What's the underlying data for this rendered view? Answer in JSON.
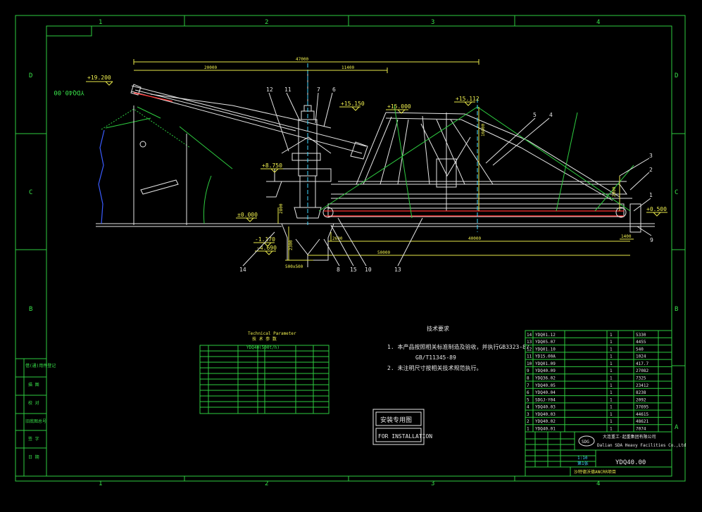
{
  "border": {
    "top_columns": [
      "1",
      "2",
      "3",
      "4"
    ],
    "bottom_columns": [
      "1",
      "2",
      "3",
      "4"
    ],
    "left_rows": [
      "D",
      "C",
      "B"
    ],
    "right_rows": [
      "D",
      "C",
      "B",
      "A"
    ],
    "drawing_number_rotated": "YDQ40.00"
  },
  "elevations": {
    "top_left": "+19.200",
    "boom_pivot": "+15.150",
    "portal_top": "+15.000",
    "apex": "+15.112",
    "cabin": "+8.750",
    "ground": "±0.000",
    "rail_right": "+0.500",
    "pit_1": "-1.170",
    "pit_2": "-4.690"
  },
  "dimensions": {
    "overall_top": "47000",
    "left_span": "20000",
    "mid_span": "11400",
    "bottom_span": "40000",
    "bottom_total": "50000",
    "height_right": "2000",
    "height_mid": "16000",
    "right_offset": "1400",
    "pit_width": "500x500",
    "pit_height": "2300",
    "pit_left": "2600",
    "ground_small": "2800"
  },
  "callouts": [
    "1",
    "2",
    "3",
    "4",
    "5",
    "6",
    "7",
    "8",
    "9",
    "10",
    "11",
    "12",
    "13",
    "14",
    "15"
  ],
  "tech_params": {
    "title_en": "Technical Parameter",
    "title_cn": "技 术 参 数",
    "subtitle": "YDQ40(500t/h)"
  },
  "notes": {
    "title": "技术要求",
    "line1": "1. 本产品按照相关标准制造及验收，并执行GB3323-87",
    "line2": "GB/T11345-89",
    "line3": "2. 未注明尺寸按相关技术规范执行。"
  },
  "stamp": {
    "cn": "安装专用图",
    "en": "FOR INSTALLATION"
  },
  "left_strip_labels": [
    "借(通)用件登记",
    "描 图",
    "校 对",
    "旧底图总号",
    "签 字",
    "日 期"
  ],
  "bom": [
    {
      "no": "14",
      "code": "YDQ01.12",
      "qty": "1",
      "mass": "5330"
    },
    {
      "no": "13",
      "code": "YDQ05.07",
      "qty": "1",
      "mass": "4455"
    },
    {
      "no": "12",
      "code": "YDQ01.10",
      "qty": "1",
      "mass": "540"
    },
    {
      "no": "11",
      "code": "YD15.00A",
      "qty": "1",
      "mass": "1024"
    },
    {
      "no": "10",
      "code": "YDQ01.09",
      "qty": "1",
      "mass": "417.7"
    },
    {
      "no": "9",
      "code": "YDQ40.09",
      "qty": "1",
      "mass": "27082"
    },
    {
      "no": "8",
      "code": "YDQ36.02",
      "qty": "1",
      "mass": "7325"
    },
    {
      "no": "7",
      "code": "YDQ40.05",
      "qty": "1",
      "mass": "23412"
    },
    {
      "no": "6",
      "code": "YDQ40.04",
      "qty": "1",
      "mass": "8238"
    },
    {
      "no": "5",
      "code": "SDGJ-Y04",
      "qty": "1",
      "mass": "2092"
    },
    {
      "no": "4",
      "code": "YDQ40.03",
      "qty": "1",
      "mass": "37695"
    },
    {
      "no": "3",
      "code": "YDQ40.03",
      "qty": "1",
      "mass": "44615"
    },
    {
      "no": "2",
      "code": "YDQ40.02",
      "qty": "1",
      "mass": "48621"
    },
    {
      "no": "1",
      "code": "YDQ40.01",
      "qty": "1",
      "mass": "7074"
    }
  ],
  "title_block": {
    "logo": "SDG",
    "company_cn": "大连重工·起重集团有限公司",
    "company_en": "Dalian SDA Heavy Facilities Co.,Ltd",
    "drawing_no": "YDQ40.00",
    "project": "沙特德沃德ANCRR项目",
    "scale": "1:10",
    "sheet": "第1张"
  },
  "colors": {
    "background": "#000000",
    "frame": "#2ecc40",
    "structure": "#e6e6e6",
    "dimension": "#e8e84a",
    "centerline": "#3fd9ff",
    "belt": "#ff3030",
    "pile": "#3a5cff"
  }
}
